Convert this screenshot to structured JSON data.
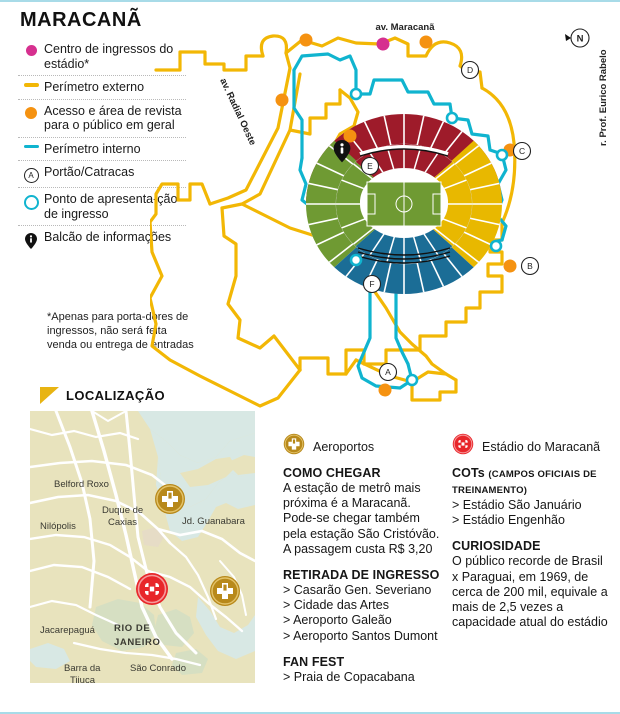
{
  "page_title": "MARACANÃ",
  "accent_colors": {
    "pink": "#d6308f",
    "yellow": "#f2b705",
    "orange": "#f59211",
    "cyan": "#10b4cf",
    "stadium_red": "#e8262a",
    "airport_gold": "#b8891a",
    "topline_blue": "#a8dbe8",
    "stand_dark_red": "#9e1b2a",
    "stand_gold": "#e8b800",
    "stand_blue": "#1b6d96",
    "stand_green": "#6f9a33",
    "pitch_green": "#6f9a33"
  },
  "legend": {
    "items": [
      {
        "icon": "pink-dot-icon",
        "label": "Centro de ingressos do estádio*"
      },
      {
        "icon": "yellow-dash-icon",
        "label": "Perímetro externo"
      },
      {
        "icon": "orange-dot-icon",
        "label": "Acesso e área de revista para o público em geral"
      },
      {
        "icon": "cyan-dash-icon",
        "label": "Perímetro interno"
      },
      {
        "icon": "circled-letter-a-icon",
        "label": "Portão/Catracas",
        "glyph": "A"
      },
      {
        "icon": "cyan-ring-icon",
        "label": "Ponto de apresenta-ção de ingresso"
      },
      {
        "icon": "info-pin-icon",
        "label": "Balcão de informações"
      }
    ]
  },
  "footnote": "*Apenas para porta-dores de ingressos, não será feita venda ou entrega de entradas",
  "big_map": {
    "street_labels": [
      {
        "name": "av. Maracanã",
        "text": "av. Maracanã"
      },
      {
        "name": "av. Radial Oeste",
        "text": "av. Radial Oeste"
      },
      {
        "name": "r. Prof. Eurico Rabelo",
        "text": "r. Prof. Eurico Rabelo"
      }
    ],
    "compass": "N",
    "gates": [
      "A",
      "B",
      "C",
      "D",
      "E",
      "F"
    ]
  },
  "localizacao": {
    "title": "LOCALIZAÇÃO",
    "map_labels": [
      "Belford Roxo",
      "Duque de Caxias",
      "Nilópolis",
      "Jd. Guanabara",
      "Jacarepaguá",
      "RIO DE JANEIRO",
      "Barra da Tijuca",
      "São Conrado"
    ]
  },
  "key": {
    "airports": {
      "icon": "airport-icon",
      "label": "Aeroportos"
    },
    "stadium": {
      "icon": "stadium-icon",
      "label": "Estádio do Maracanã"
    }
  },
  "info_left": {
    "como_chegar": {
      "heading": "COMO CHEGAR",
      "body": "A estação de metrô mais próxima é a Maracanã. Pode-se chegar também pela estação São Cristóvão. A passagem custa R$ 3,20"
    },
    "retirada": {
      "heading": "RETIRADA DE INGRESSO",
      "items": [
        "> Casarão Gen. Severiano",
        "> Cidade das Artes",
        "> Aeroporto Galeão",
        "> Aeroporto Santos Dumont"
      ]
    },
    "fan_fest": {
      "heading": "FAN FEST",
      "items": [
        "> Praia de Copacabana"
      ]
    }
  },
  "info_right": {
    "cots": {
      "heading_main": "COTs",
      "heading_small": "(CAMPOS OFICIAIS DE TREINAMENTO)",
      "items": [
        "> Estádio São Januário",
        "> Estádio Engenhão"
      ]
    },
    "curiosidade": {
      "heading": "CURIOSIDADE",
      "body": "O público recorde de Brasil x Paraguai, em 1969, de cerca de 200 mil, equivale a mais de 2,5 vezes a capacidade atual do estádio"
    }
  }
}
